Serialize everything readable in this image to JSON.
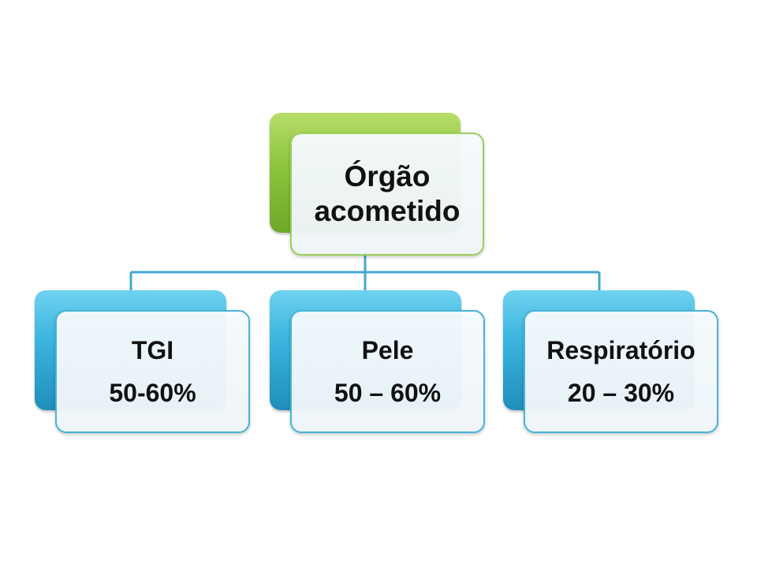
{
  "diagram": {
    "root": {
      "line1": "Órgão",
      "line2": "acometido"
    },
    "children": [
      {
        "title": "TGI",
        "value": "50-60%"
      },
      {
        "title": "Pele",
        "value": "50 – 60%"
      },
      {
        "title": "Respiratório",
        "value": "20 – 30%"
      }
    ]
  },
  "colors": {
    "root_accent": "#8cc43c",
    "child_accent": "#3cb6e0",
    "connector": "#41a9cf"
  }
}
